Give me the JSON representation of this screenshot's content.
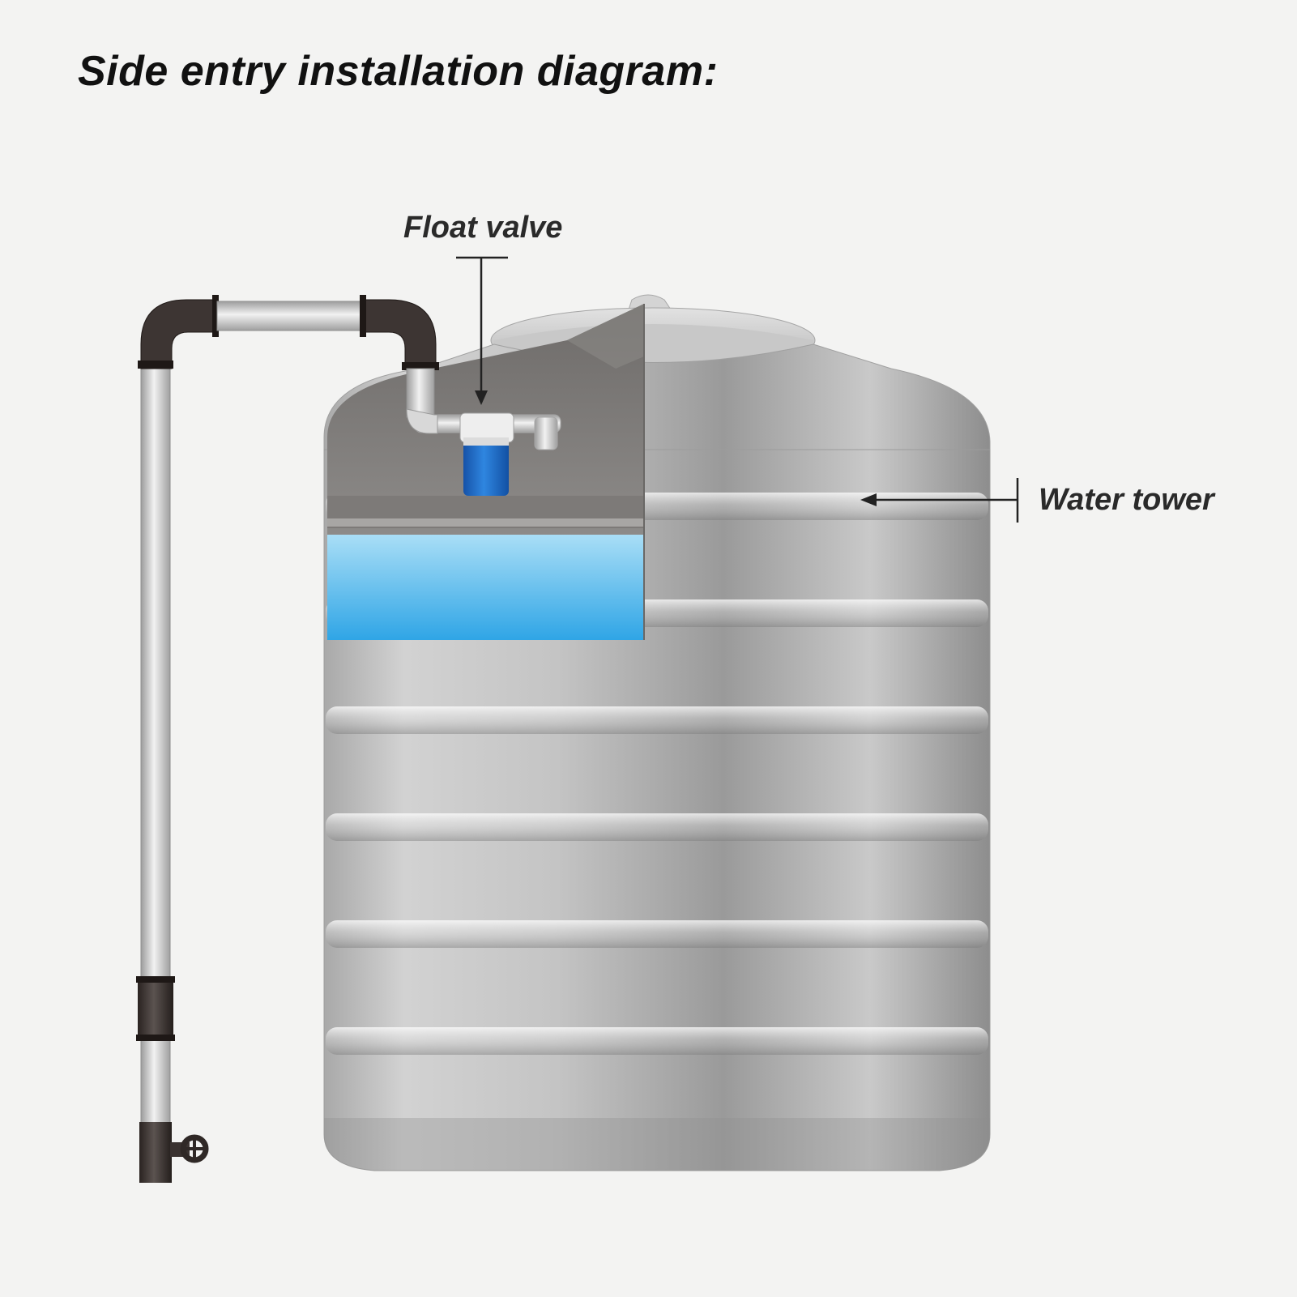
{
  "title": "Side entry installation diagram:",
  "labels": {
    "float_valve": "Float valve",
    "water_tower": "Water tower"
  },
  "colors": {
    "background": "#f3f3f2",
    "water": "#3bb0ea",
    "float_valve_body": "#1f6fcf",
    "pipe_dark": "#3a3230",
    "tank_steel": "#b9b9b9"
  }
}
